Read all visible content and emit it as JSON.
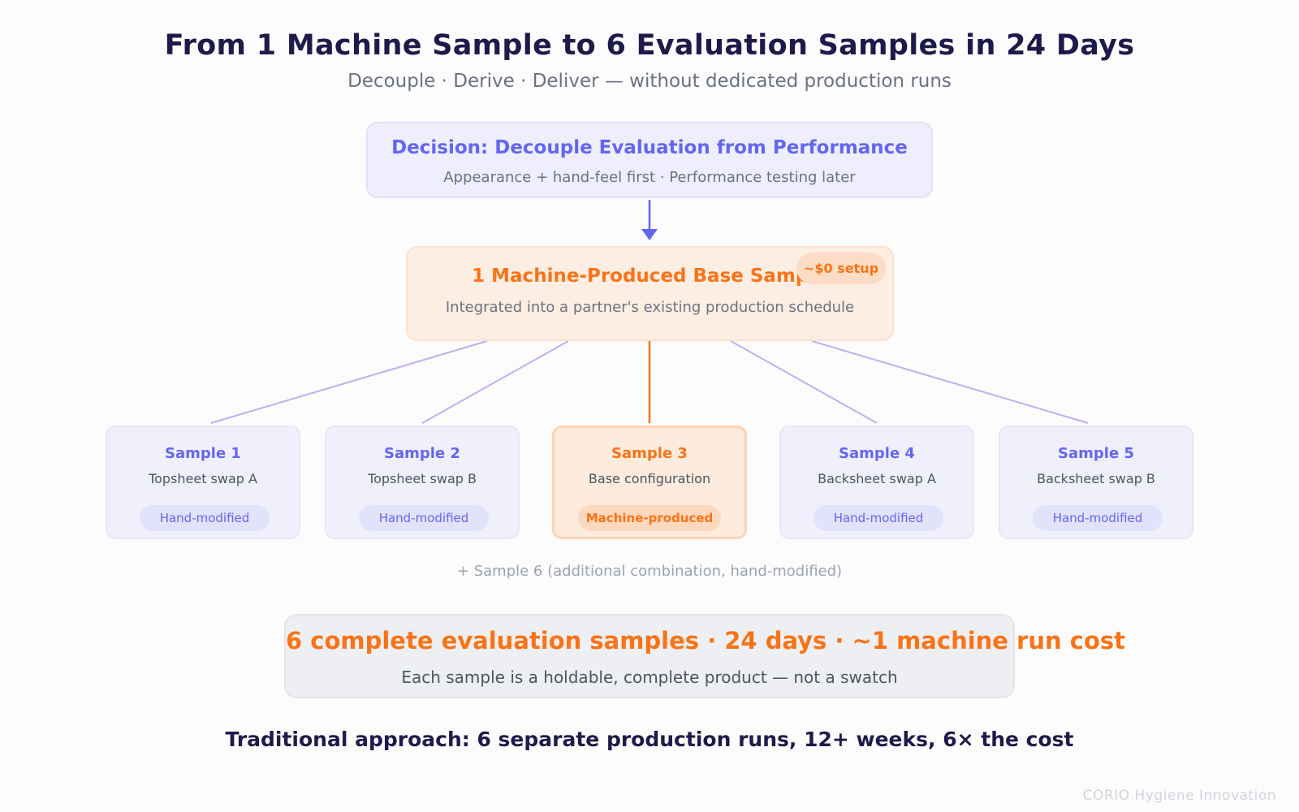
{
  "header": {
    "title": "From 1 Machine Sample to 6 Evaluation Samples in 24 Days",
    "subtitle": "Decouple · Derive · Deliver — without dedicated production runs"
  },
  "decision": {
    "title": "Decision: Decouple Evaluation from Performance",
    "subtitle": "Appearance + hand-feel first · Performance testing later"
  },
  "base_sample": {
    "title": "1 Machine-Produced Base Sample",
    "subtitle": "Integrated into a partner's existing production schedule",
    "badge": "~$0 setup"
  },
  "samples": [
    {
      "title": "Sample 1",
      "description": "Topsheet swap A",
      "tag": "Hand-modified",
      "kind": "hand"
    },
    {
      "title": "Sample 2",
      "description": "Topsheet swap B",
      "tag": "Hand-modified",
      "kind": "hand"
    },
    {
      "title": "Sample 3",
      "description": "Base configuration",
      "tag": "Machine-produced",
      "kind": "machine"
    },
    {
      "title": "Sample 4",
      "description": "Backsheet swap A",
      "tag": "Hand-modified",
      "kind": "hand"
    },
    {
      "title": "Sample 5",
      "description": "Backsheet swap B",
      "tag": "Hand-modified",
      "kind": "hand"
    }
  ],
  "extra_note": "+ Sample 6 (additional combination, hand-modified)",
  "result": {
    "title": "6 complete evaluation samples · 24 days · ~1 machine run cost",
    "subtitle": "Each sample is a holdable, complete product — not a swatch"
  },
  "traditional": "Traditional approach: 6 separate production runs, 12+ weeks, 6× the cost",
  "watermark": "CORIO Hygiene Innovation",
  "colors": {
    "indigo": "#6366f1",
    "orange": "#f97316",
    "navy": "#1e1b4b",
    "connector_light": "#b4b4f0"
  }
}
